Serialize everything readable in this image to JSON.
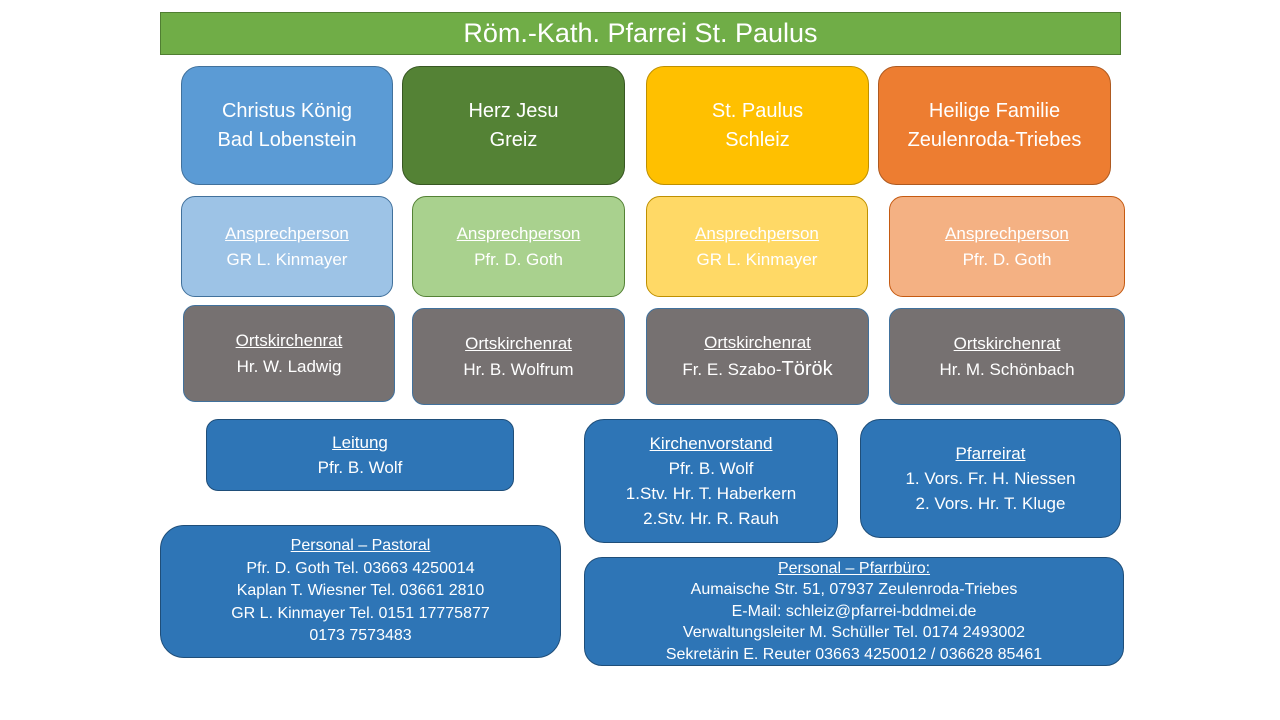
{
  "title": "Röm.-Kath. Pfarrei St. Paulus",
  "parishes": [
    {
      "name": "Christus König",
      "place": "Bad Lobenstein",
      "color": "#5b9bd5"
    },
    {
      "name": "Herz Jesu",
      "place": "Greiz",
      "color": "#548235"
    },
    {
      "name": "St. Paulus",
      "place": "Schleiz",
      "color": "#ffc000"
    },
    {
      "name": "Heilige Familie",
      "place": "Zeulenroda-Triebes",
      "color": "#ed7d31"
    }
  ],
  "contacts": [
    {
      "heading": "Ansprechperson",
      "person": "GR L. Kinmayer",
      "color": "#9dc3e6"
    },
    {
      "heading": "Ansprechperson",
      "person": "Pfr. D. Goth",
      "color": "#a9d18e"
    },
    {
      "heading": "Ansprechperson",
      "person": "GR L. Kinmayer",
      "color": "#ffd966"
    },
    {
      "heading": "Ansprechperson",
      "person": "Pfr. D. Goth",
      "color": "#f4b183"
    }
  ],
  "councils": [
    {
      "heading": "Ortskirchenrat",
      "person": "Hr. W. Ladwig"
    },
    {
      "heading": "Ortskirchenrat",
      "person": "Hr. B. Wolfrum"
    },
    {
      "heading": "Ortskirchenrat",
      "person_a": "Fr. E. Szabo-",
      "person_b": "Török"
    },
    {
      "heading": "Ortskirchenrat",
      "person": "Hr. M. Schönbach"
    }
  ],
  "leitung": {
    "heading": "Leitung",
    "lines": [
      "Pfr. B. Wolf"
    ]
  },
  "kirchenvorstand": {
    "heading": "Kirchenvorstand",
    "lines": [
      "Pfr. B. Wolf",
      "1.Stv. Hr. T. Haberkern",
      "2.Stv. Hr. R. Rauh"
    ]
  },
  "pfarreirat": {
    "heading": "Pfarreirat",
    "lines": [
      "1. Vors. Fr. H. Niessen",
      "2. Vors. Hr. T. Kluge"
    ]
  },
  "personal_pastoral": {
    "heading": "Personal – Pastoral",
    "lines": [
      "Pfr. D. Goth Tel. 03663 4250014",
      "Kaplan T. Wiesner Tel. 03661 2810",
      "GR L. Kinmayer Tel. 0151 17775877",
      "0173 7573483"
    ]
  },
  "personal_pfarrbuero": {
    "heading": "Personal – Pfarrbüro:",
    "lines": [
      "Aumaische Str. 51, 07937 Zeulenroda-Triebes",
      "E-Mail: schleiz@pfarrei-bddmei.de",
      "Verwaltungsleiter M. Schüller Tel. 0174 2493002",
      "Sekretärin E. Reuter 03663 4250012 / 036628 85461"
    ]
  },
  "colors": {
    "title_bar": "#70ad47",
    "council": "#767171",
    "blue_box": "#2e75b6"
  }
}
